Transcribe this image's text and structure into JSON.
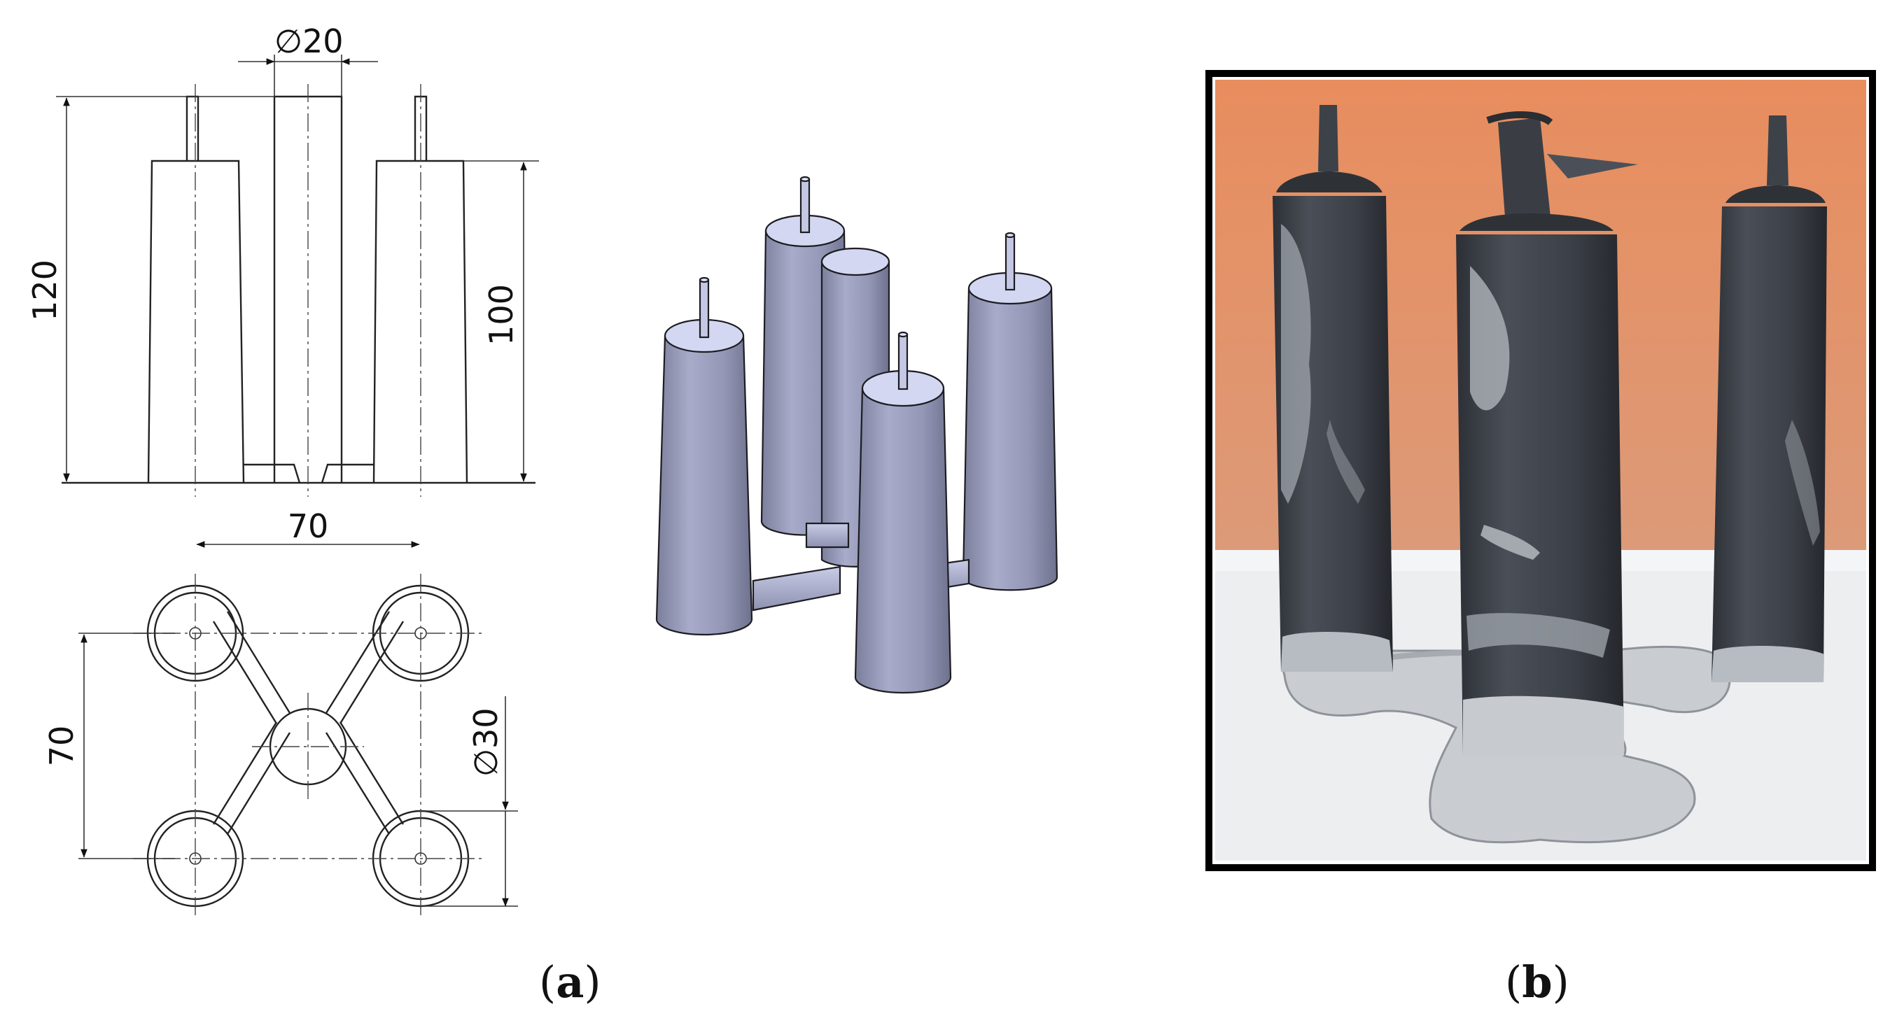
{
  "drawing": {
    "dim_top_diameter": "20",
    "dim_height_total": "120",
    "dim_height_cone": "100",
    "dim_spacing_x": "70",
    "dim_spacing_y": "70",
    "dim_diameter": "30",
    "diameter_symbol": "∅"
  },
  "captions": {
    "a": "a",
    "b": "b"
  },
  "colors": {
    "part_body": "#9da0c0",
    "part_top": "#d4d7f2",
    "photo_wall": "#e0926a",
    "photo_table": "#eceef0",
    "metal_dark": "#3a3e44"
  }
}
